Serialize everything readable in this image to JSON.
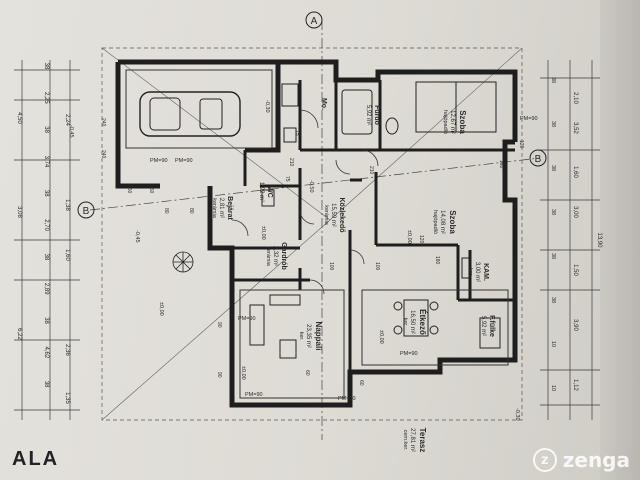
{
  "sheet_title": "ALA",
  "watermark": {
    "brand": "zenga",
    "logo_glyph": "z"
  },
  "axis_markers": {
    "a": "A",
    "b_left": "B",
    "b_right": "B"
  },
  "rooms": {
    "garage": {
      "label": ""
    },
    "furdo": {
      "name": "Fürdő",
      "area": "5,92 m²"
    },
    "mosdo": {
      "name": "Mo."
    },
    "szoba1": {
      "name": "Szoba",
      "area": "12,67 m²",
      "floor": "hajópadló"
    },
    "wc": {
      "name": "WC",
      "area": "1,92 m²"
    },
    "kozlekedo": {
      "name": "Közlekedő",
      "area": "15,59 m²",
      "floor": "kerámia"
    },
    "szoba2": {
      "name": "Szoba",
      "area": "14,08 m²",
      "floor": "hajópadló"
    },
    "bejarat": {
      "name": "Bejárat",
      "area": "2,81 m²",
      "floor": "kerámia"
    },
    "gardrob": {
      "name": "Gardrób",
      "area": "2,32 m²",
      "floor": "kerámia"
    },
    "kamra": {
      "name": "KAM.",
      "area": "3,00 m²",
      "floor": "ker."
    },
    "furdo2": {
      "name": "F.fülke",
      "area": "5,92 m²"
    },
    "nappali": {
      "name": "Nappali",
      "area": "23,35 m²",
      "floor": "ker."
    },
    "etkezo": {
      "name": "Étkező",
      "area": "16,50 m²",
      "floor": "ker."
    },
    "terasz": {
      "name": "Terasz",
      "area": "27,81 m²",
      "floor": "cem.ker."
    }
  },
  "left_dims_outer": [
    "38",
    "2,25",
    "38",
    "3,74",
    "38",
    "2,70",
    "38",
    "2,89",
    "38",
    "4,62",
    "38"
  ],
  "left_dims_outer2": [
    "4,50",
    "3,08",
    "6,22"
  ],
  "left_dims_inner": [
    "2,24",
    "1,38",
    "1,60",
    "2,36",
    "1,35"
  ],
  "right_dims": [
    "2,10",
    "3,52",
    "1,60",
    "3,00",
    "1,50",
    "3,90",
    "1,12"
  ],
  "right_dims_small": [
    "38",
    "38",
    "38",
    "38",
    "38",
    "38",
    "10",
    "10"
  ],
  "right_dims_total": "13,90",
  "door_window_labels": [
    "PM=90",
    "PM=90",
    "PM=90",
    "PM=90",
    "PM=60",
    "PM=90",
    "PM=90"
  ],
  "small_numbers": [
    "240",
    "240",
    "150",
    "150",
    "80",
    "80",
    "210",
    "210",
    "120",
    "120",
    "100",
    "100",
    "60",
    "60",
    "90",
    "90",
    "180",
    "180",
    "75",
    "75"
  ],
  "levels": [
    "-0,30",
    "-0,45",
    "-0,45",
    "±0,00",
    "±0,00",
    "±0,00",
    "-0,50",
    "±0,00",
    "±0,00",
    "-0,30"
  ]
}
